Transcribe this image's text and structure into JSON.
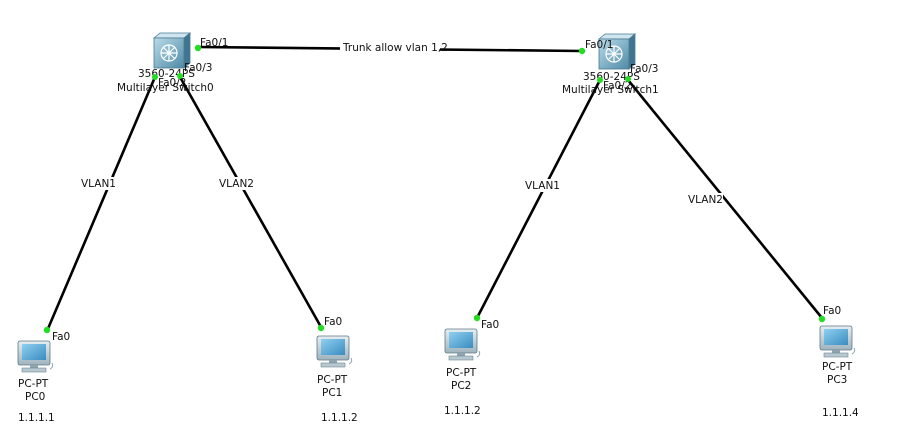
{
  "colors": {
    "link": "#000000",
    "port_up": "#22dd22",
    "switch_body": "#7fb0c8",
    "pc_screen": "#5ba6d3"
  },
  "devices": {
    "switch0": {
      "model": "3560-24PS",
      "name": "Multilayer Switch0",
      "icon": "multilayer-switch-icon"
    },
    "switch1": {
      "model": "3560-24PS",
      "name": "Multilayer Switch1",
      "icon": "multilayer-switch-icon"
    },
    "pc0": {
      "model": "PC-PT",
      "name": "PC0",
      "ip": "1.1.1.1",
      "icon": "pc-icon"
    },
    "pc1": {
      "model": "PC-PT",
      "name": "PC1",
      "ip": "1.1.1.2",
      "icon": "pc-icon"
    },
    "pc2": {
      "model": "PC-PT",
      "name": "PC2",
      "ip": "1.1.1.2",
      "icon": "pc-icon"
    },
    "pc3": {
      "model": "PC-PT",
      "name": "PC3",
      "ip": "1.1.1.4",
      "icon": "pc-icon"
    }
  },
  "links": {
    "trunk": {
      "label": "Trunk allow vlan 1,2",
      "port_a": "Fa0/1",
      "port_b": "Fa0/1"
    },
    "sw0_pc0": {
      "label": "VLAN1",
      "port_switch": "Fa0/2",
      "port_pc": "Fa0"
    },
    "sw0_pc1": {
      "label": "VLAN2",
      "port_switch": "Fa0/3",
      "port_pc": "Fa0"
    },
    "sw1_pc2": {
      "label": "VLAN1",
      "port_switch": "Fa0/2",
      "port_pc": "Fa0"
    },
    "sw1_pc3": {
      "label": "VLAN2",
      "port_switch": "Fa0/3",
      "port_pc": "Fa0"
    }
  }
}
